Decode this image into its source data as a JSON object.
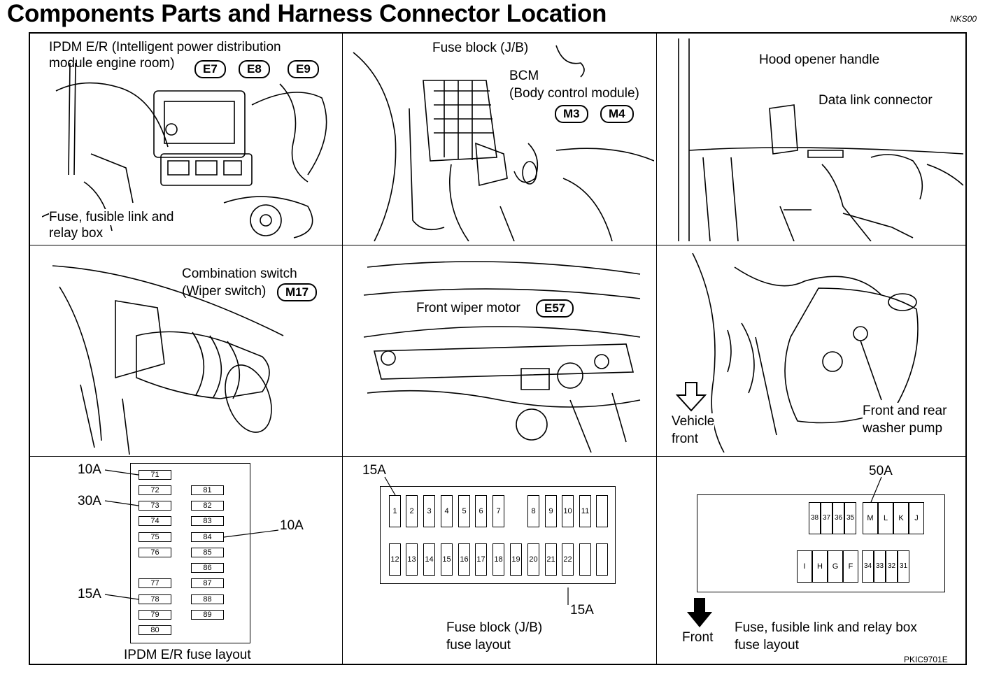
{
  "header": {
    "title": "Components Parts and Harness Connector Location",
    "code": "NKS00"
  },
  "panels": {
    "ipdm": {
      "label_line1": "IPDM E/R (Intelligent power distribution",
      "label_line2": "module engine room)",
      "connectors": [
        "E7",
        "E8",
        "E9"
      ],
      "fuse_label_line1": "Fuse, fusible link and",
      "fuse_label_line2": "relay box"
    },
    "fuse_block": {
      "label": "Fuse block (J/B)",
      "bcm_line1": "BCM",
      "bcm_line2": "(Body control module)",
      "connectors": [
        "M3",
        "M4"
      ]
    },
    "hood": {
      "label1": "Hood opener handle",
      "label2": "Data link connector"
    },
    "combination": {
      "line1": "Combination switch",
      "line2": "(Wiper switch)",
      "connector": "M17"
    },
    "wiper": {
      "label": "Front wiper motor",
      "connector": "E57"
    },
    "washer": {
      "vehicle_line1": "Vehicle",
      "vehicle_line2": "front",
      "pump_line1": "Front and rear",
      "pump_line2": "washer pump"
    },
    "ipdm_layout": {
      "left_fuses": [
        "71",
        "72",
        "73",
        "74",
        "75",
        "76",
        "77",
        "78",
        "79",
        "80"
      ],
      "right_fuses": [
        "81",
        "82",
        "83",
        "84",
        "85",
        "86",
        "87",
        "88",
        "89"
      ],
      "amps": {
        "a71": "10A",
        "a73": "30A",
        "a78": "15A",
        "a84": "10A"
      },
      "caption": "IPDM E/R fuse layout"
    },
    "jb_layout": {
      "top_row": [
        "1",
        "2",
        "3",
        "4",
        "5",
        "6",
        "7",
        "",
        "8",
        "9",
        "10",
        "11",
        ""
      ],
      "bottom_row": [
        "12",
        "13",
        "14",
        "15",
        "16",
        "17",
        "18",
        "19",
        "20",
        "21",
        "22",
        "",
        ""
      ],
      "amp_top": "15A",
      "amp_bottom": "15A",
      "caption_line1": "Fuse block (J/B)",
      "caption_line2": "fuse layout"
    },
    "relay_layout": {
      "group1": [
        "38",
        "37",
        "36",
        "35"
      ],
      "group2": [
        "M",
        "L",
        "K",
        "J"
      ],
      "group3": [
        "I",
        "H",
        "G",
        "F"
      ],
      "group4": [
        "34",
        "33",
        "32",
        "31"
      ],
      "amp": "50A",
      "front_label": "Front",
      "caption_line1": "Fuse, fusible link and relay box",
      "caption_line2": "fuse layout"
    }
  },
  "footer": {
    "code": "PKIC9701E"
  }
}
